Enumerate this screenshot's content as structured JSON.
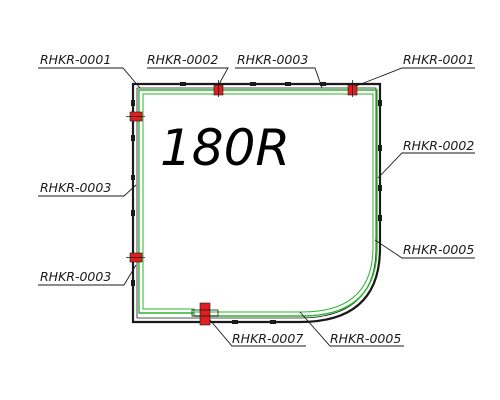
{
  "model": "180R",
  "labels": {
    "top_left_1": "RHKR-0001",
    "top_left_2": "RHKR-0002",
    "top_left_3": "RHKR-0003",
    "top_right_1": "RHKR-0001",
    "right_1": "RHKR-0002",
    "left_1": "RHKR-0003",
    "right_2": "RHKR-0005",
    "left_2": "RHKR-0003",
    "bottom_1": "RHKR-0007",
    "bottom_2": "RHKR-0005"
  },
  "colors": {
    "frame": "#1a1a1a",
    "glass": "#2db52d",
    "part": "#e02020"
  }
}
